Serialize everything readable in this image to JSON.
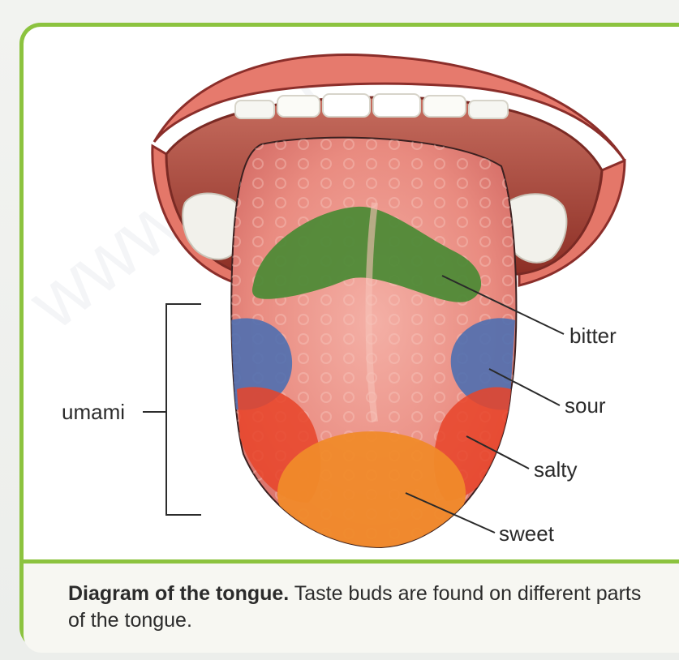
{
  "diagram": {
    "labels": {
      "bitter": "bitter",
      "sour": "sour",
      "umami": "umami",
      "salty": "salty",
      "sweet": "sweet"
    },
    "region_colors": {
      "bitter": "#4b8a35",
      "sour": "#4f6fb0",
      "salty": "#e8452a",
      "sweet": "#f08a2a",
      "tongue": "#e7827a",
      "frame": "#8cc33f"
    }
  },
  "caption": {
    "title": "Diagram of the tongue.",
    "text": "Taste buds are found on different parts of the tongue."
  },
  "watermark": {
    "text": "www.yoqu"
  }
}
